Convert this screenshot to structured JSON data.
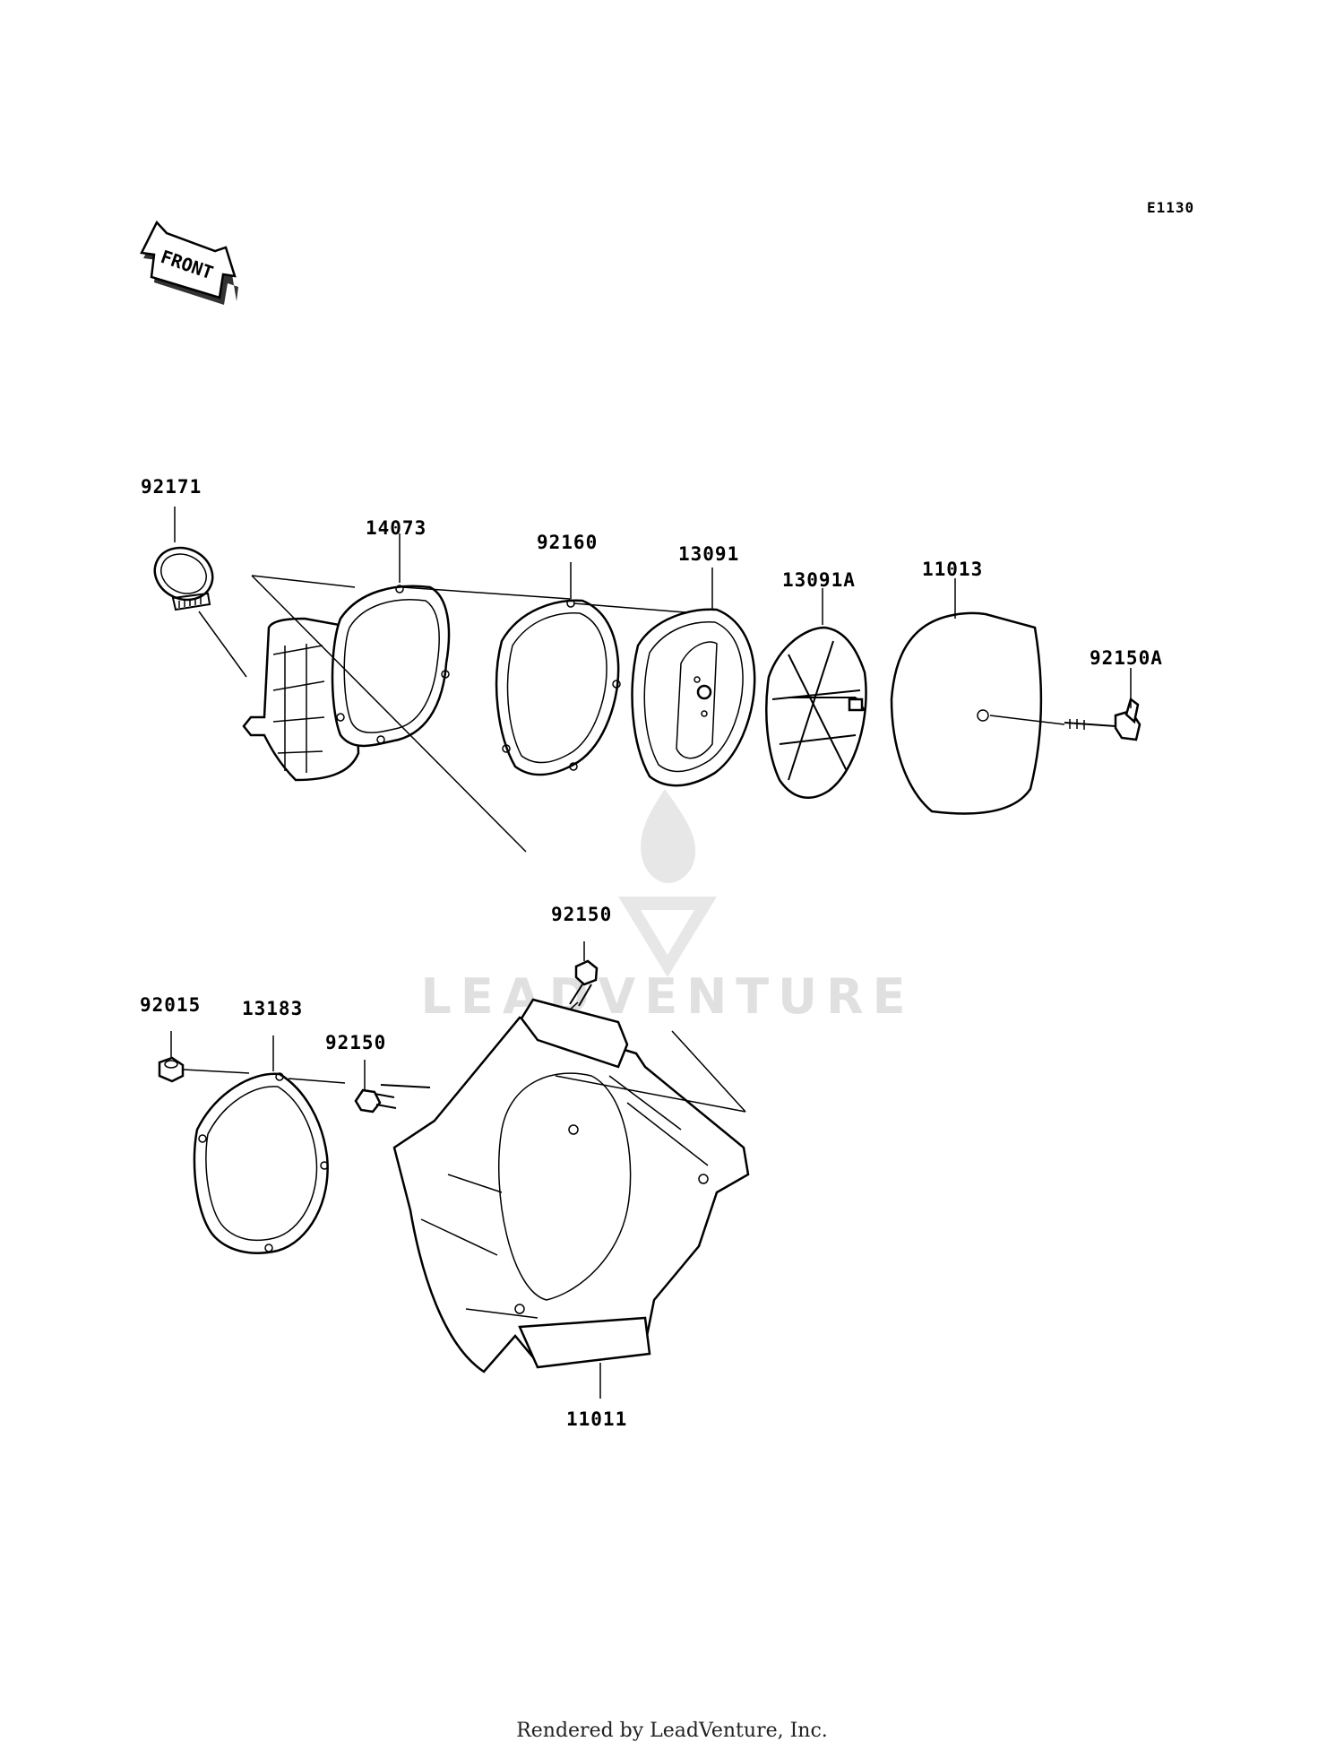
{
  "diagram": {
    "code": "E1130",
    "front_label": "FRONT",
    "watermark": {
      "brand": "LEADVENTURE",
      "color": "#c8c8c8"
    },
    "footer": "Rendered by LeadVenture, Inc.",
    "parts": [
      {
        "id": "p92171",
        "number": "92171"
      },
      {
        "id": "p14073",
        "number": "14073"
      },
      {
        "id": "p92160",
        "number": "92160"
      },
      {
        "id": "p13091",
        "number": "13091"
      },
      {
        "id": "p13091A",
        "number": "13091A"
      },
      {
        "id": "p11013",
        "number": "11013"
      },
      {
        "id": "p92150A",
        "number": "92150A"
      },
      {
        "id": "p92150a",
        "number": "92150"
      },
      {
        "id": "p92015",
        "number": "92015"
      },
      {
        "id": "p13183",
        "number": "13183"
      },
      {
        "id": "p92150b",
        "number": "92150"
      },
      {
        "id": "p11011",
        "number": "11011"
      }
    ]
  }
}
